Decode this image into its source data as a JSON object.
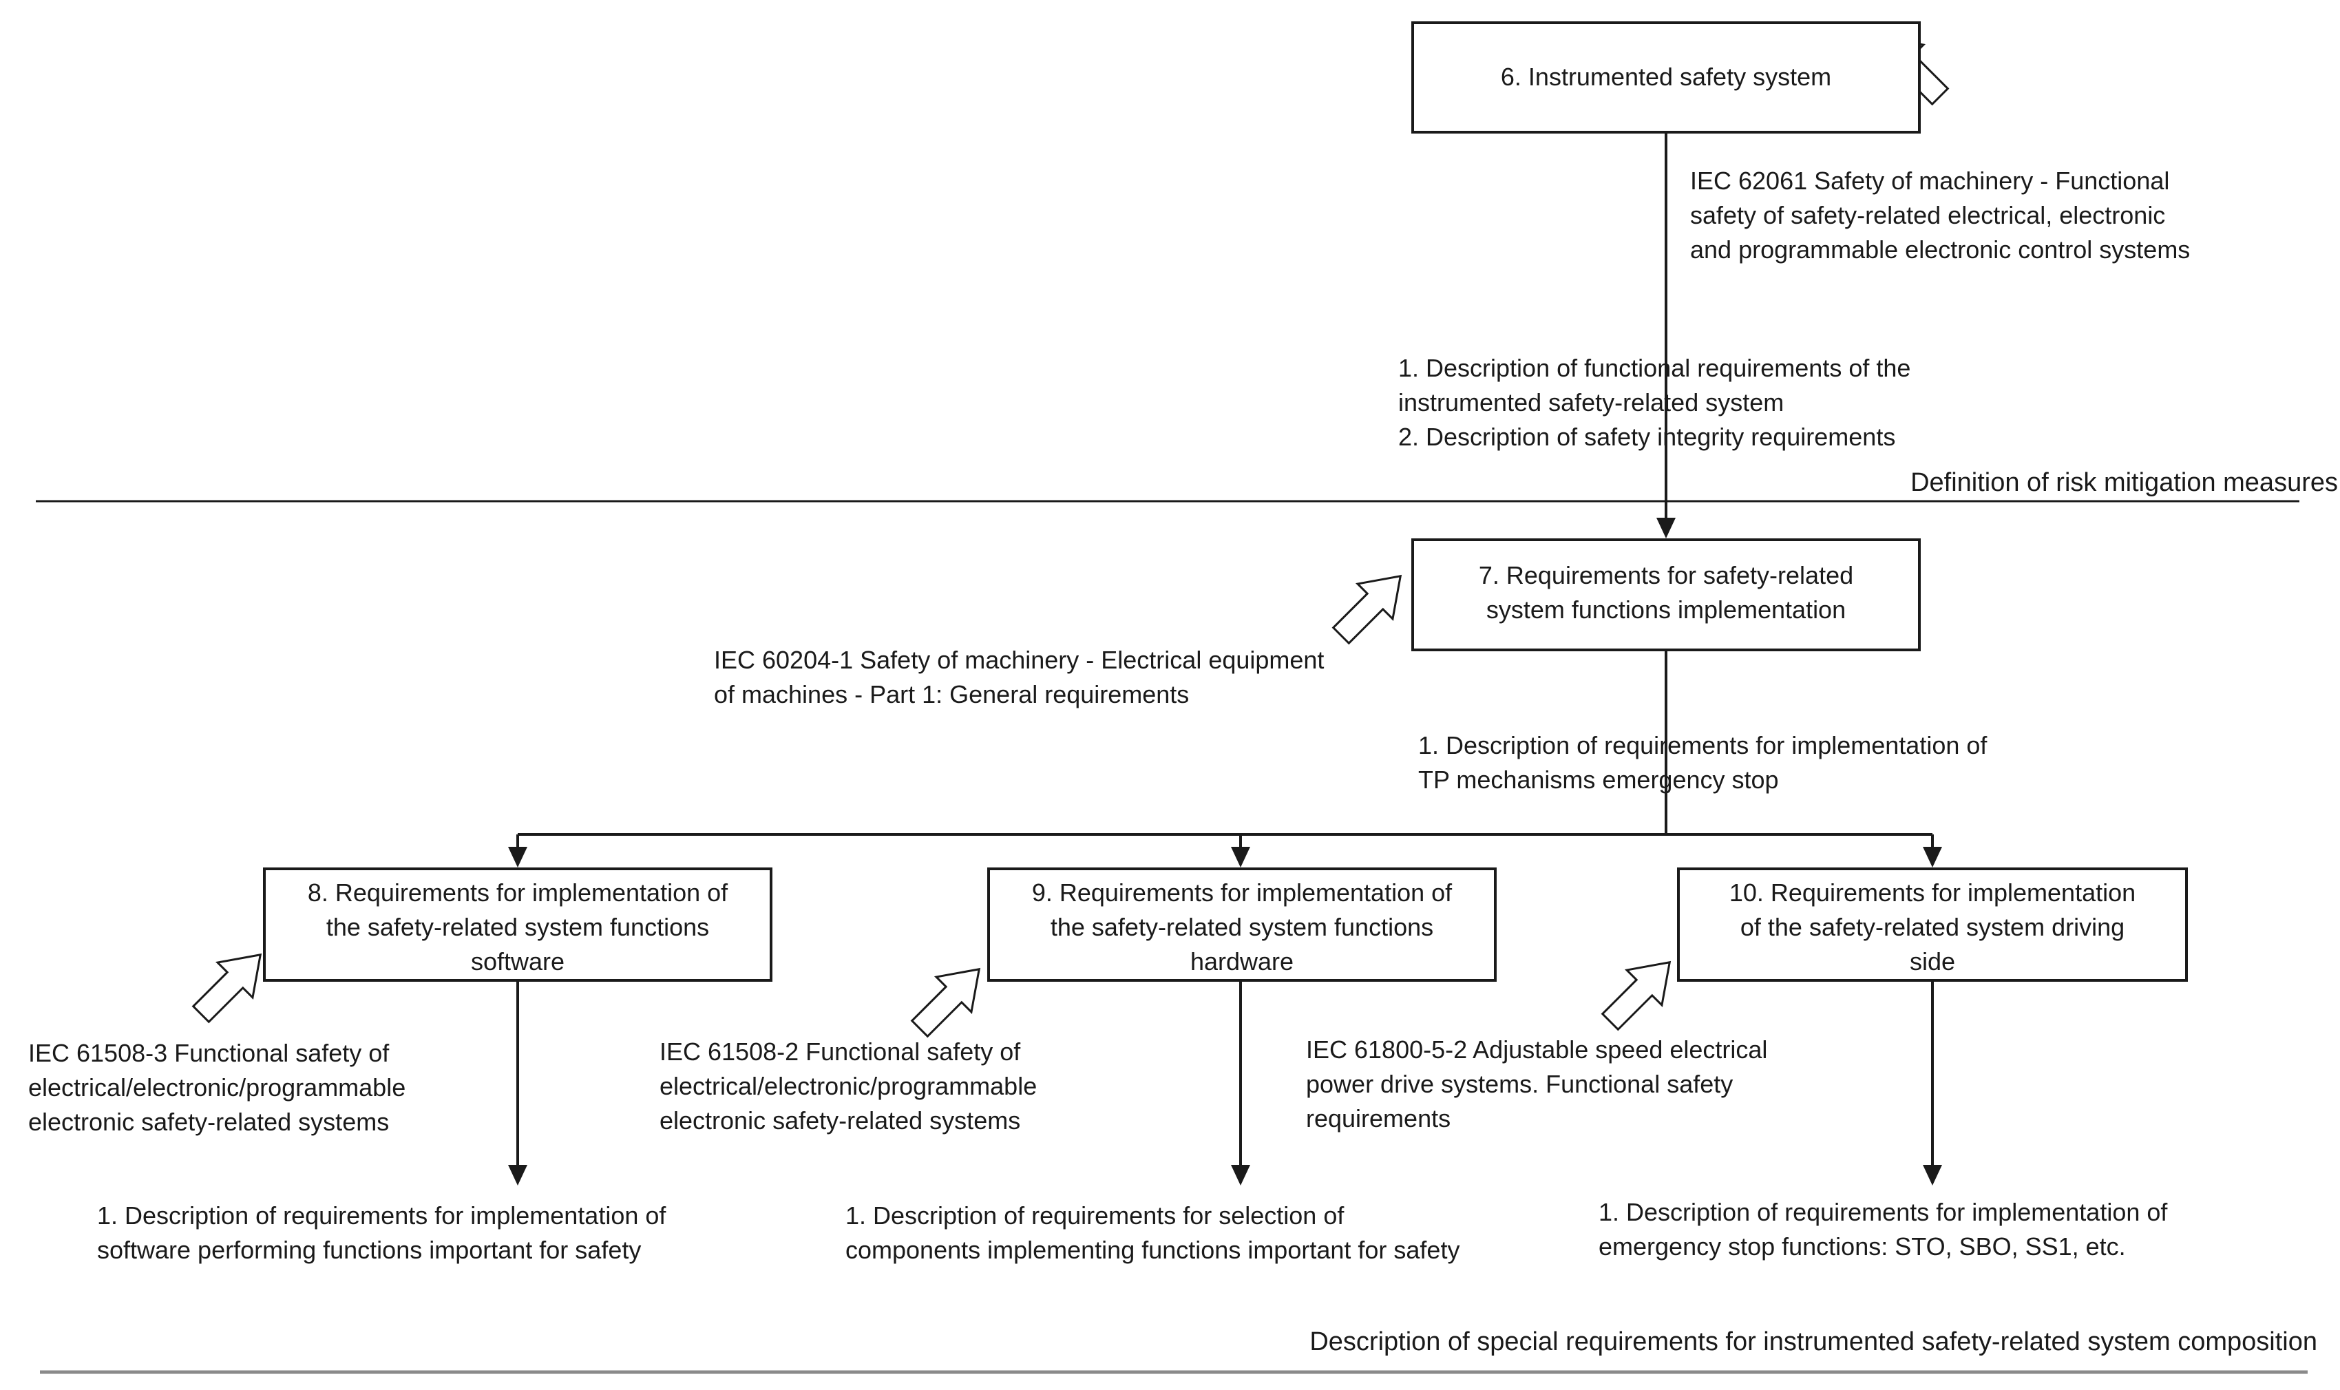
{
  "boxes": {
    "b6": [
      "6. Instrumented safety system"
    ],
    "b7": [
      "7. Requirements for safety-related",
      "system functions implementation"
    ],
    "b8": [
      "8. Requirements for implementation of",
      "the safety-related system functions",
      "software"
    ],
    "b9": [
      "9. Requirements for implementation of",
      "the safety-related system functions",
      "hardware"
    ],
    "b10": [
      "10. Requirements for implementation",
      "of the safety-related system driving",
      "side"
    ]
  },
  "standards": {
    "iec62061": [
      "IEC 62061 Safety of machinery - Functional",
      "safety of safety-related electrical, electronic",
      "and programmable electronic control systems"
    ],
    "iec60204": [
      "IEC 60204-1 Safety of machinery - Electrical equipment",
      "of machines - Part 1: General requirements"
    ],
    "iec61508_3": [
      "IEC 61508-3 Functional safety of",
      "electrical/electronic/programmable",
      "electronic safety-related systems"
    ],
    "iec61508_2": [
      "IEC 61508-2 Functional safety of",
      "electrical/electronic/programmable",
      "electronic safety-related systems"
    ],
    "iec61800": [
      "IEC 61800-5-2 Adjustable speed electrical",
      "power drive systems.  Functional safety",
      "requirements"
    ]
  },
  "descriptions": {
    "d6": [
      "1. Description of functional requirements of the",
      "instrumented safety-related system",
      "2. Description of safety integrity requirements"
    ],
    "d7": [
      "1. Description of requirements for implementation of",
      "TP mechanisms emergency stop"
    ],
    "d8": [
      "1. Description of requirements for implementation of",
      "software performing functions important for safety"
    ],
    "d9": [
      "1. Description of requirements for selection of",
      "components implementing functions important for safety"
    ],
    "d10": [
      "1. Description of requirements for implementation of",
      "emergency stop functions: STO, SBO, SS1, etc."
    ]
  },
  "sections": {
    "risk_mitigation": "Definition of risk mitigation measures",
    "special_requirements": "Description of special requirements for instrumented safety-related system composition"
  }
}
